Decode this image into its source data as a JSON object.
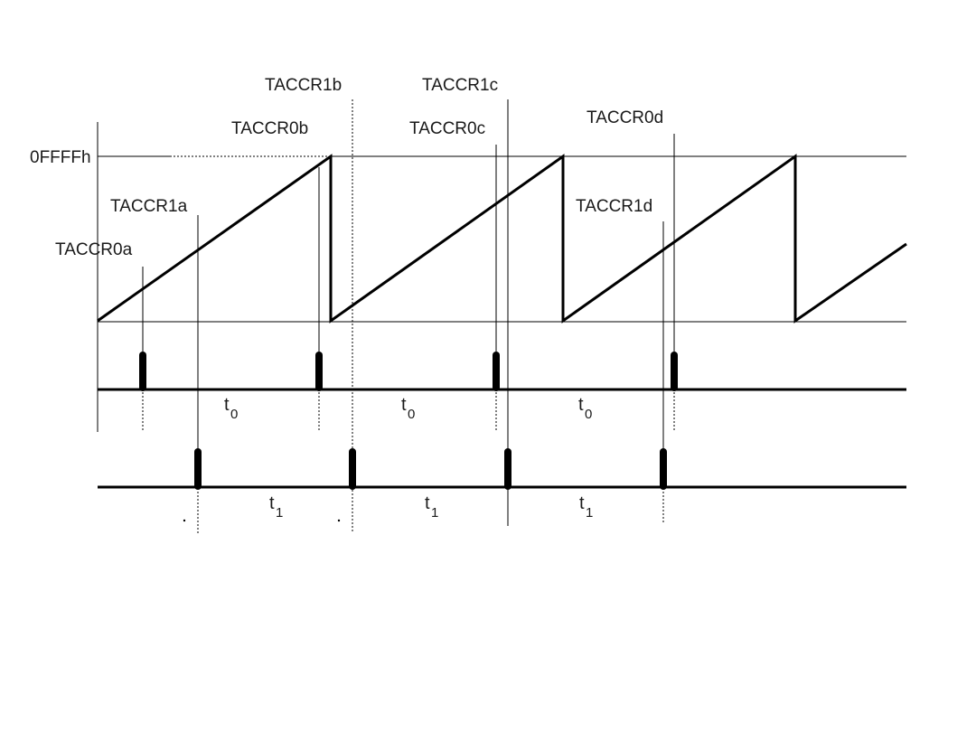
{
  "diagram": {
    "labels": {
      "max_value": "0FFFFh",
      "taccr0a": "TACCR0a",
      "taccr1a": "TACCR1a",
      "taccr0b": "TACCR0b",
      "taccr1b": "TACCR1b",
      "taccr0c": "TACCR0c",
      "taccr1c": "TACCR1c",
      "taccr0d": "TACCR0d",
      "taccr1d": "TACCR1d"
    },
    "intervals": {
      "t0_base": "t",
      "t0_index": "0",
      "t1_base": "t",
      "t1_index": "1"
    }
  }
}
